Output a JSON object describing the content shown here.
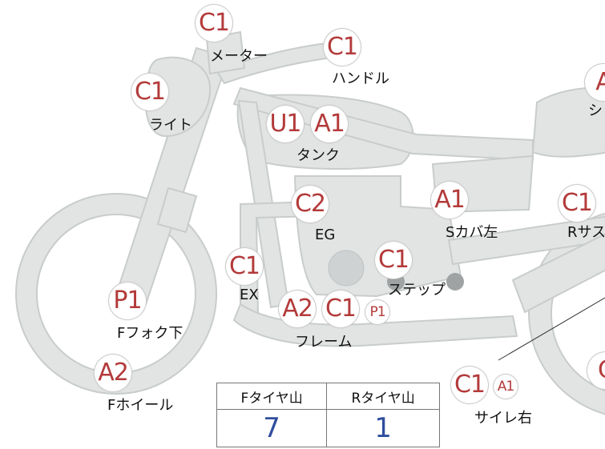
{
  "table": {
    "headers": [
      "Fタイヤ山",
      "Rタイヤ山"
    ],
    "values": [
      "7",
      "1"
    ]
  },
  "badges": {
    "meter": "C1",
    "handle": "C1",
    "light": "C1",
    "tank_u": "U1",
    "tank_a": "A1",
    "rear_top": "A",
    "eg": "C2",
    "s_cover": "A1",
    "r_sus": "C1",
    "ex": "C1",
    "step": "C1",
    "f_fork": "P1",
    "frame_a": "A2",
    "frame_c": "C1",
    "frame_p": "P1",
    "f_wheel": "A2",
    "silencer_c": "C1",
    "silencer_a": "A1",
    "rear_right": "C"
  },
  "labels": {
    "meter": "メーター",
    "handle": "ハンドル",
    "light": "ライト",
    "tank": "タンク",
    "rear_top": "シ",
    "eg": "EG",
    "s_cover": "Sカバ左",
    "r_sus": "Rサス",
    "ex": "EX",
    "step": "ステップ",
    "f_fork": "Fフォク下",
    "frame": "フレーム",
    "f_wheel": "Fホイール",
    "silencer": "サイレ右"
  },
  "colors": {
    "part_fill": "#e2e4e4",
    "part_stroke": "#c9cccc",
    "badge_text": "#b33a3a",
    "table_value": "#2f4e9e"
  }
}
